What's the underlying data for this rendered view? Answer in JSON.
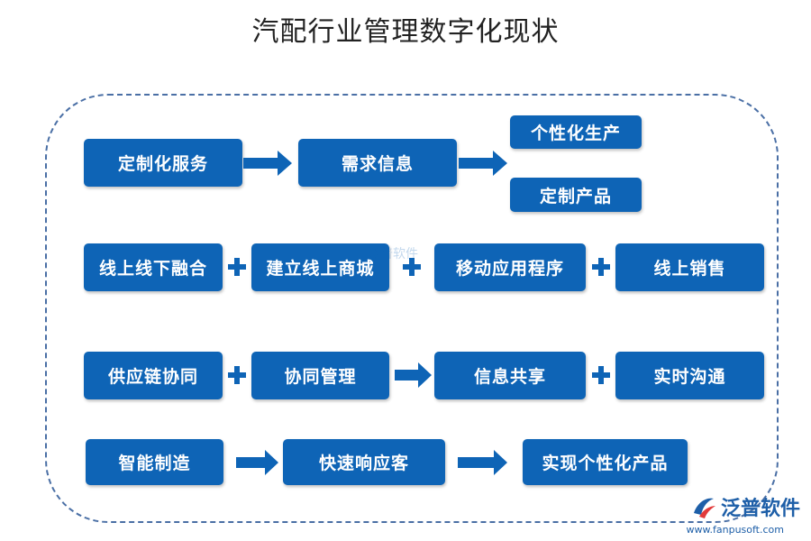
{
  "title": "汽配行业管理数字化现状",
  "colors": {
    "box": "#0e64b6",
    "frame": "#4a6fa5",
    "connector": "#0e64b6"
  },
  "rows": [
    {
      "boxes": [
        "定制化服务",
        "需求信息"
      ],
      "branch": [
        "个性化生产",
        "定制产品"
      ],
      "connectors": [
        "arrow",
        "arrow"
      ]
    },
    {
      "boxes": [
        "线上线下融合",
        "建立线上商城",
        "移动应用程序",
        "线上销售"
      ],
      "connectors": [
        "plus",
        "plus",
        "plus"
      ]
    },
    {
      "boxes": [
        "供应链协同",
        "协同管理",
        "信息共享",
        "实时沟通"
      ],
      "connectors": [
        "plus",
        "arrow",
        "plus"
      ]
    },
    {
      "boxes": [
        "智能制造",
        "快速响应客",
        "实现个性化产品"
      ],
      "connectors": [
        "arrow",
        "arrow"
      ]
    }
  ],
  "watermark": "泛普软件",
  "logo": {
    "text": "泛普软件",
    "url": "www.fanpusoft.com",
    "icon": "fanpu-logo-icon"
  }
}
